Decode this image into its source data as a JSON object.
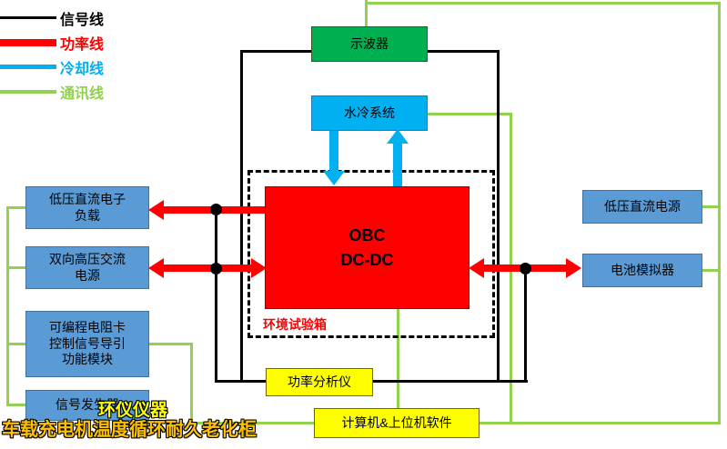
{
  "legend": {
    "items": [
      {
        "label": "信号线",
        "color": "#000000"
      },
      {
        "label": "功率线",
        "color": "#FF0000"
      },
      {
        "label": "冷却线",
        "color": "#00B0F0"
      },
      {
        "label": "通讯线",
        "color": "#92D050"
      }
    ]
  },
  "boxes": {
    "oscilloscope": {
      "label": "示波器",
      "color": "#00B050"
    },
    "water_cooling": {
      "label": "水冷系统",
      "color": "#00B0F0"
    },
    "obc": {
      "lines": [
        "OBC",
        "DC-DC"
      ],
      "color": "#FF0000"
    },
    "chamber": {
      "label": "环境试验箱"
    },
    "dc_load": {
      "lines": [
        "低压直流电子",
        "负载"
      ]
    },
    "ac_source": {
      "lines": [
        "双向高压交流",
        "电源"
      ]
    },
    "prog_module": {
      "lines": [
        "可编程电阻卡",
        "控制信号导引",
        "功能模块"
      ]
    },
    "signal_generator": {
      "label": "信号发生器"
    },
    "lv_dc_supply": {
      "label": "低压直流电源"
    },
    "battery_simulator": {
      "label": "电池模拟器"
    },
    "power_analyzer": {
      "label": "功率分析仪"
    },
    "computer": {
      "label": "计算机&上位机软件"
    }
  },
  "captions": {
    "brand": "环仪仪器",
    "title": "车载充电机温度循环耐久老化柜"
  },
  "colors": {
    "signal_line": "#000000",
    "power_line": "#FF0000",
    "cooling_line": "#00B0F0",
    "comm_line": "#92D050",
    "device_box": "#5B9BD5",
    "instrument_box": "#FFFF00"
  }
}
